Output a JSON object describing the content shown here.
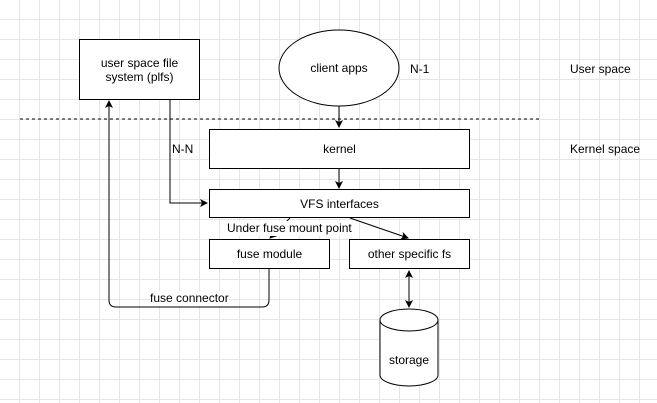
{
  "nodes": {
    "user_fs": "user space file system (plfs)",
    "client_apps": "client apps",
    "kernel": "kernel",
    "vfs": "VFS interfaces",
    "fuse_module": "fuse module",
    "other_fs": "other specific fs",
    "storage": "storage"
  },
  "labels": {
    "n_to_1": "N-1",
    "n_to_n": "N-N",
    "user_space": "User space",
    "kernel_space": "Kernel space",
    "under_fuse": "Under fuse mount point",
    "fuse_connector": "fuse connector"
  }
}
